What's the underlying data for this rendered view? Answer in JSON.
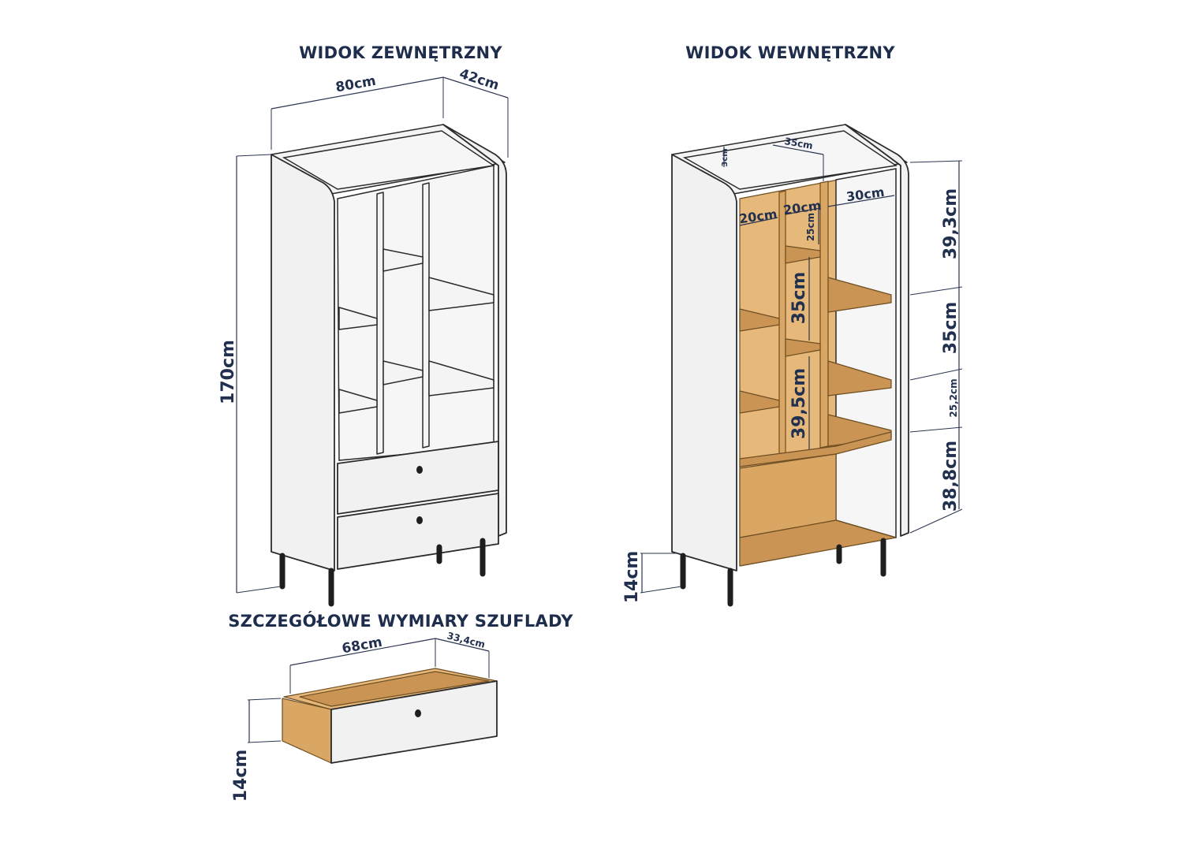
{
  "titles": {
    "exterior": "WIDOK ZEWNĘTRZNY",
    "interior": "WIDOK WEWNĘTRZNY",
    "drawer": "SZCZEGÓŁOWE WYMIARY SZUFLADY"
  },
  "exterior_dims": {
    "width": "80cm",
    "depth": "42cm",
    "height": "170cm"
  },
  "interior_dims": {
    "top_small": "3cm",
    "top_width": "35cm",
    "left_comp": "20cm",
    "mid_comp": "20cm",
    "right_comp": "30cm",
    "mid_depth": "25cm",
    "center_upper": "35cm",
    "center_lower": "39,5cm",
    "side_1": "39,3cm",
    "side_2": "35cm",
    "side_3": "25,2cm",
    "side_4": "38,8cm",
    "legs": "14cm"
  },
  "drawer_dims": {
    "width": "68cm",
    "depth": "33,4cm",
    "height": "14cm"
  },
  "colors": {
    "text": "#1f2d4d",
    "body": "#f1f1f1",
    "wood": "#d9a663",
    "legs": "#1e1e1e"
  }
}
